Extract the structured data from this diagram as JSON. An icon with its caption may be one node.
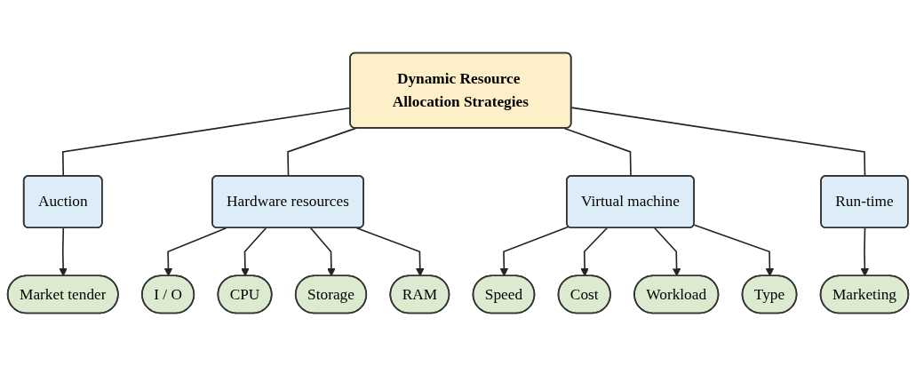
{
  "diagram": {
    "nodes": [
      {
        "text": [
          "Dynamic Resource Allocation Strategies"
        ]
      },
      {
        "text": [
          "Auction"
        ]
      },
      {
        "text": [
          "Hardware resources"
        ]
      },
      {
        "text": [
          "Virtual machine"
        ]
      },
      {
        "text": [
          "Run-time"
        ]
      },
      {
        "text": [
          "Market tender"
        ]
      },
      {
        "text": [
          "I / O"
        ]
      },
      {
        "text": [
          "CPU"
        ]
      },
      {
        "text": [
          "Storage"
        ]
      },
      {
        "text": [
          "RAM"
        ]
      },
      {
        "text": [
          "Speed"
        ]
      },
      {
        "text": [
          "Cost"
        ]
      },
      {
        "text": [
          "Workload"
        ]
      },
      {
        "text": [
          "Type"
        ]
      },
      {
        "text": [
          "Marketing"
        ]
      }
    ],
    "edges": [
      {
        "from": 0,
        "to": 1,
        "arrow": "none"
      },
      {
        "from": 0,
        "to": 2,
        "arrow": "none"
      },
      {
        "from": 0,
        "to": 3,
        "arrow": "none"
      },
      {
        "from": 0,
        "to": 4,
        "arrow": "none"
      },
      {
        "from": 1,
        "to": 5,
        "arrow": "to"
      },
      {
        "from": 2,
        "to": 6,
        "arrow": "to"
      },
      {
        "from": 2,
        "to": 7,
        "arrow": "to"
      },
      {
        "from": 2,
        "to": 8,
        "arrow": "to"
      },
      {
        "from": 2,
        "to": 9,
        "arrow": "to"
      },
      {
        "from": 3,
        "to": 10,
        "arrow": "to"
      },
      {
        "from": 3,
        "to": 11,
        "arrow": "to"
      },
      {
        "from": 3,
        "to": 12,
        "arrow": "to"
      },
      {
        "from": 3,
        "to": 13,
        "arrow": "to"
      },
      {
        "from": 4,
        "to": 14,
        "arrow": "to"
      }
    ]
  }
}
